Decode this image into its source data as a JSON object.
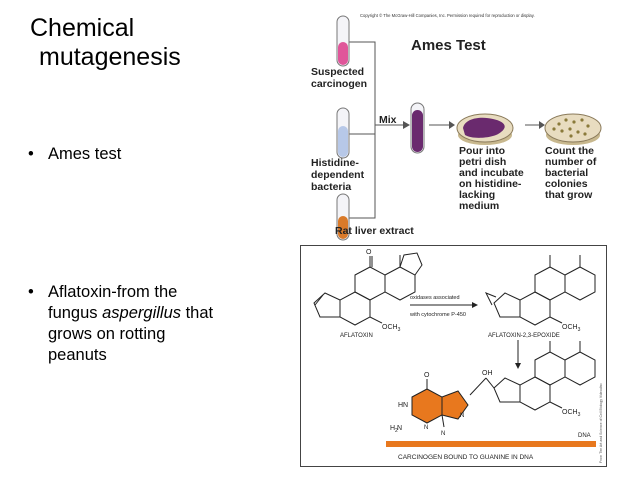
{
  "slide": {
    "title_line1": "Chemical",
    "title_line2": "mutagenesis",
    "bullets": [
      {
        "marker": "•",
        "text": "Ames test"
      },
      {
        "marker": "•",
        "text_before": "Aflatoxin-from the fungus ",
        "text_italic": "aspergillus",
        "text_after": " that grows on rotting peanuts"
      }
    ]
  },
  "ames_figure": {
    "copyright": "Copyright © The McGraw-Hill Companies, Inc. Permission required for reproduction or display.",
    "title": "Ames Test",
    "suspected_l1": "Suspected",
    "suspected_l2": "carcinogen",
    "histidine_l1": "Histidine-",
    "histidine_l2": "dependent",
    "histidine_l3": "bacteria",
    "mix": "Mix",
    "rat_liver": "Rat liver extract",
    "pour_l1": "Pour into",
    "pour_l2": "petri dish",
    "pour_l3": "and incubate",
    "pour_l4": "on histidine-",
    "pour_l5": "lacking",
    "pour_l6": "medium",
    "count_l1": "Count the",
    "count_l2": "number of",
    "count_l3": "bacterial",
    "count_l4": "colonies",
    "count_l5": "that grow",
    "colors": {
      "pink": "#e0569a",
      "blue": "#b7c8e8",
      "orange": "#d97a2a",
      "purple": "#6a2a6e",
      "plate": "#e8dcc0"
    }
  },
  "aflatoxin_figure": {
    "enzyme_l1": "oxidases associated",
    "enzyme_l2": "with cytochrome P-450",
    "aflatoxin": "AFLATOXIN",
    "epoxide": "AFLATOXIN-2,3-EPOXIDE",
    "och3": "OCH",
    "sub3": "3",
    "oh": "OH",
    "o": "O",
    "hn": "HN",
    "h2n": "H N",
    "sub2": "2",
    "n": "N",
    "dna": "DNA",
    "caption": "CARCINOGEN BOUND TO GUANINE IN DNA",
    "side_credit": "From The Art and Science of Cell Biology Videodisc",
    "colors": {
      "guanine": "#e8781e",
      "dna_strand": "#e8781e"
    }
  }
}
